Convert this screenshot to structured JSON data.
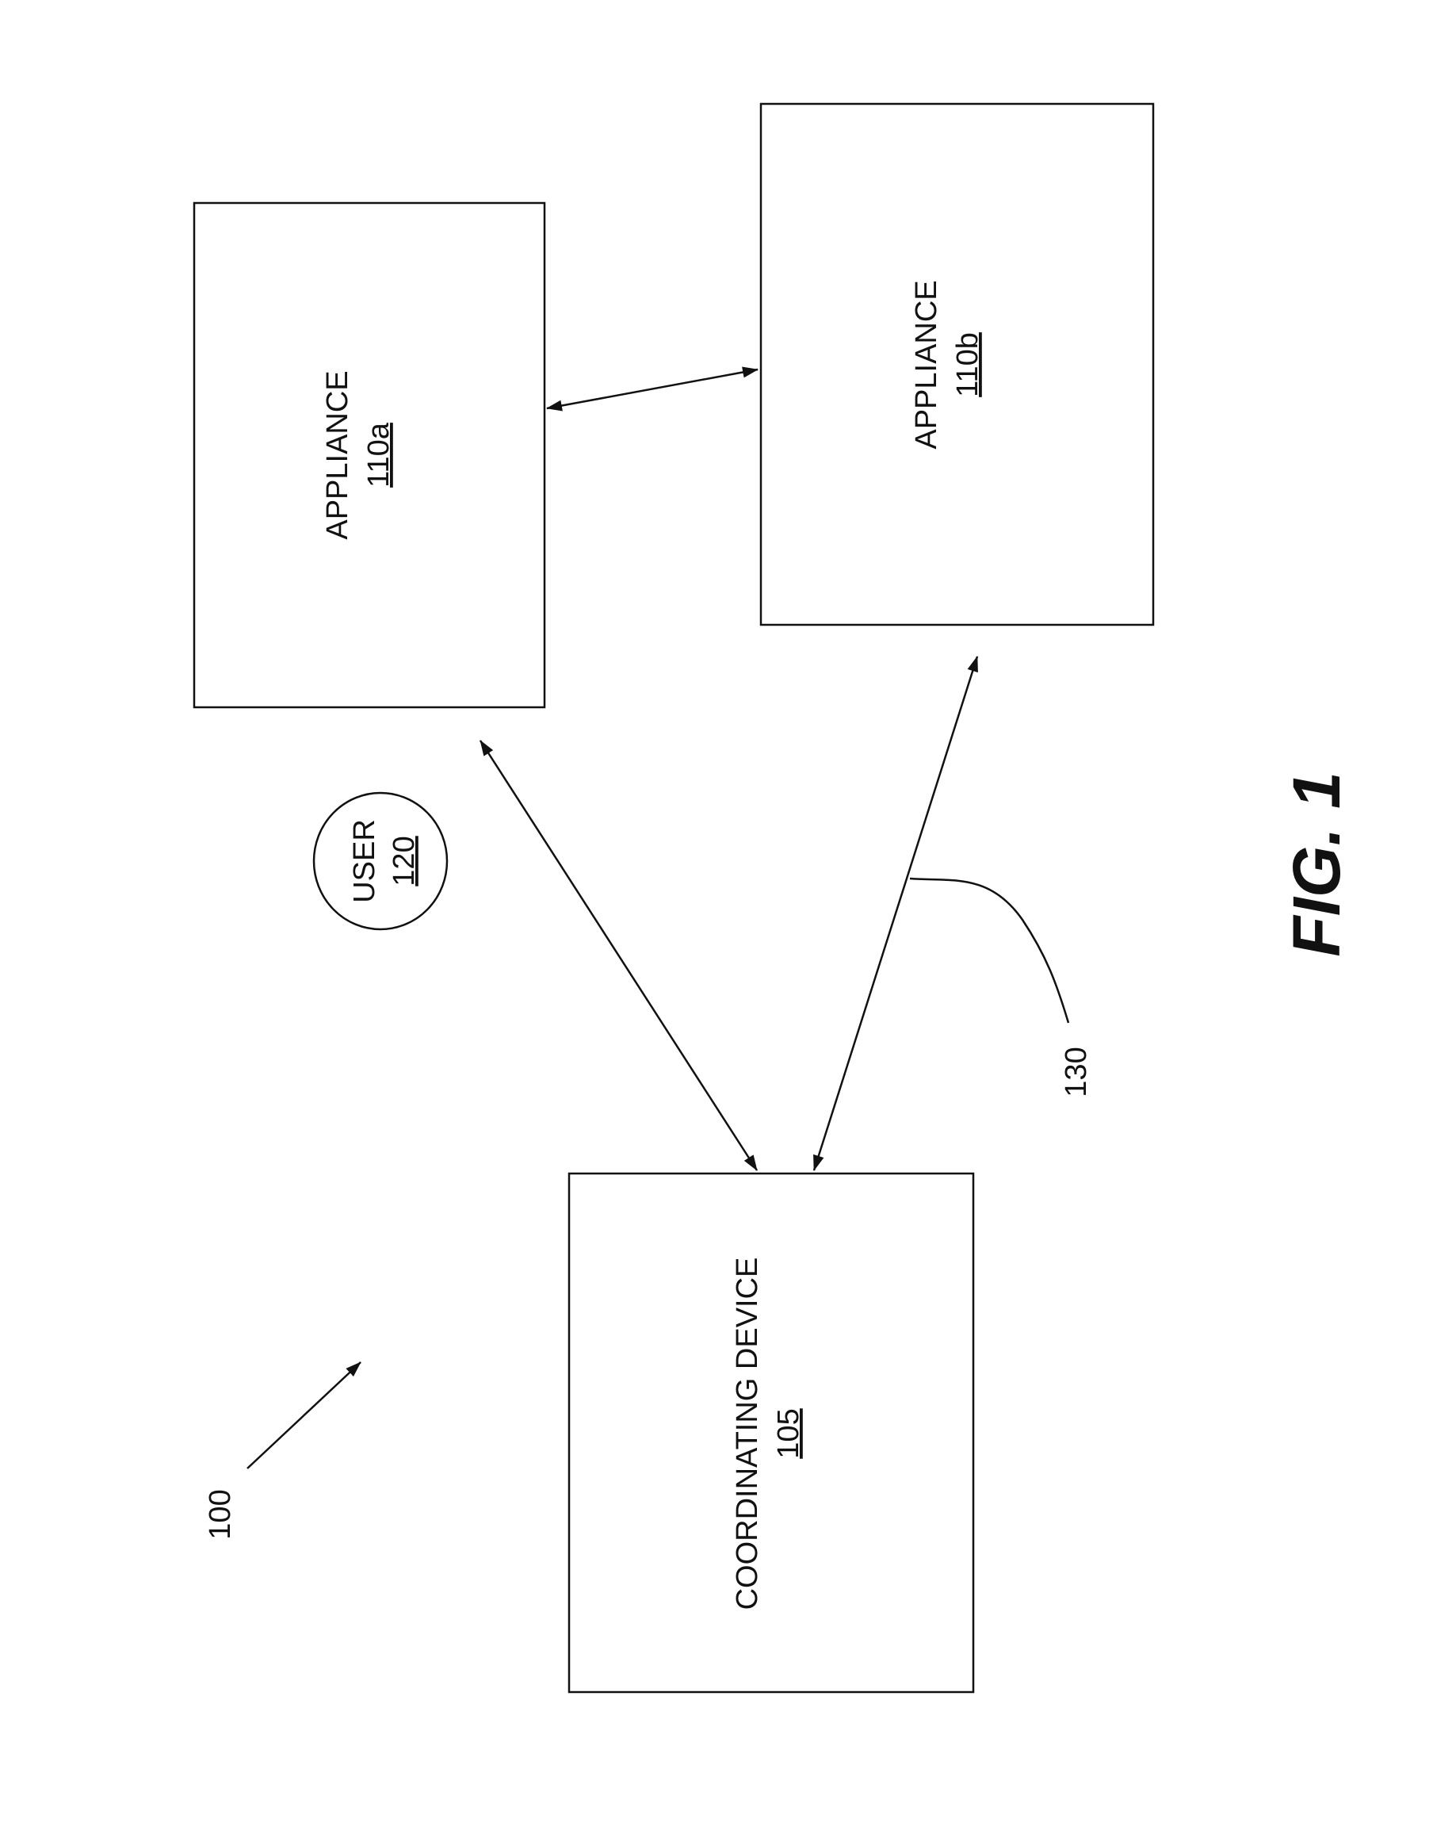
{
  "figure": {
    "title": "FIG. 1",
    "system_ref": "100",
    "link_ref": "130"
  },
  "nodes": {
    "appliance_a": {
      "label": "APPLIANCE",
      "ref": "110a"
    },
    "appliance_b": {
      "label": "APPLIANCE",
      "ref": "110b"
    },
    "user": {
      "label": "USER",
      "ref": "120"
    },
    "coordinating_device": {
      "label": "COORDINATING DEVICE",
      "ref": "105"
    }
  },
  "edges": [
    {
      "from": "appliance_a",
      "to": "appliance_b",
      "direction": "bidirectional"
    },
    {
      "from": "coordinating_device",
      "to": "appliance_a",
      "direction": "bidirectional"
    },
    {
      "from": "coordinating_device",
      "to": "appliance_b",
      "direction": "bidirectional"
    }
  ]
}
